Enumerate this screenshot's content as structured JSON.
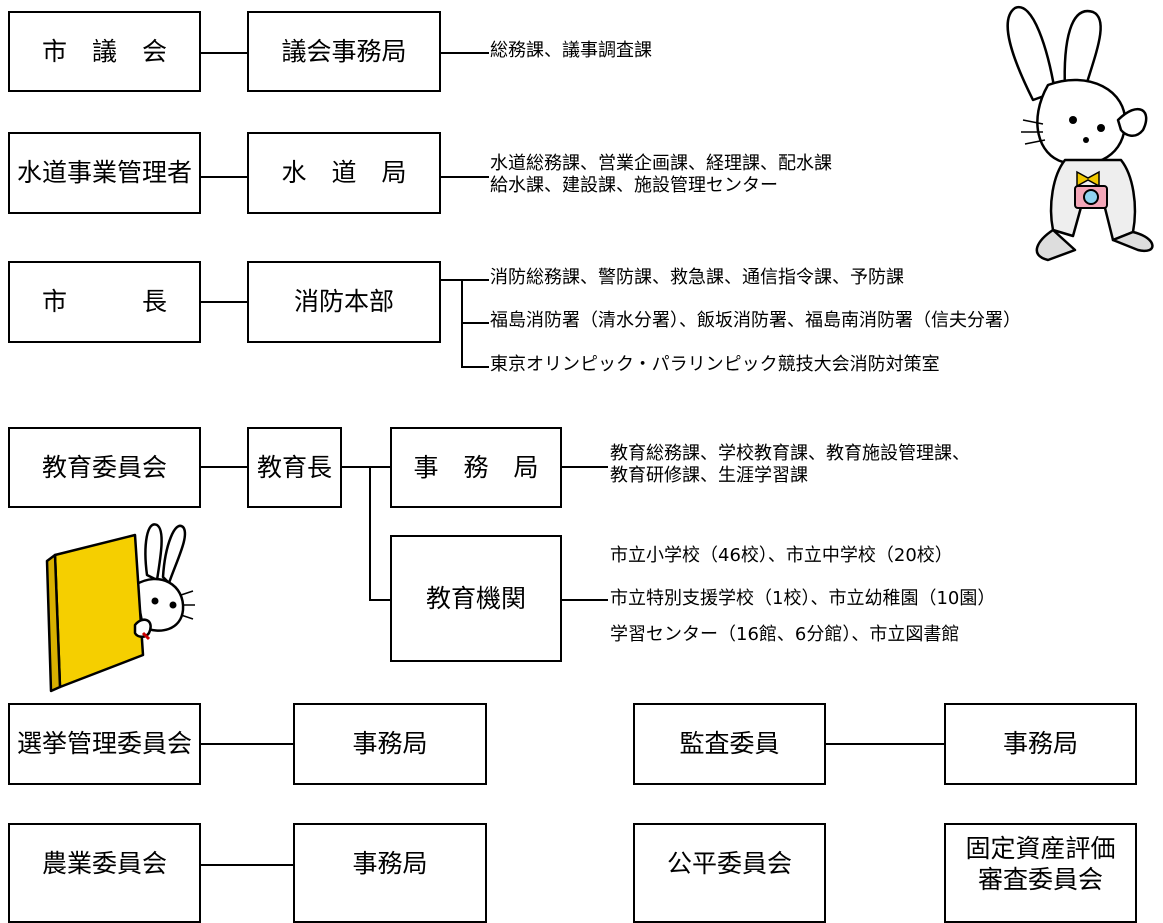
{
  "row1": {
    "box1": "市　議　会",
    "box2": "議会事務局",
    "desc": "総務課、議事調査課"
  },
  "row2": {
    "box1": "水道事業管理者",
    "box2": "水　道　局",
    "desc_line1": "水道総務課、営業企画課、経理課、配水課",
    "desc_line2": "給水課、建設課、施設管理センター"
  },
  "row3": {
    "box1": "市　　　長",
    "box2": "消防本部",
    "desc_line1": "消防総務課、警防課、救急課、通信指令課、予防課",
    "desc_line2": "福島消防署（清水分署）、飯坂消防署、福島南消防署（信夫分署）",
    "desc_line3": "東京オリンピック・パラリンピック競技大会消防対策室"
  },
  "row4": {
    "box1": "教育委員会",
    "box2": "教育長",
    "box3": "事　務　局",
    "desc_line1": "教育総務課、学校教育課、教育施設管理課、",
    "desc_line2": "教育研修課、生涯学習課",
    "box4": "教育機関",
    "desc2_line1": "市立小学校（46校）、市立中学校（20校）",
    "desc2_line2": "市立特別支援学校（1校）、市立幼稚園（10園）",
    "desc2_line3": "学習センター（16館、6分館）、市立図書館"
  },
  "row5": {
    "box1": "選挙管理委員会",
    "box2": "事務局",
    "box3": "監査委員",
    "box4": "事務局"
  },
  "row6": {
    "box1": "農業委員会",
    "box2": "事務局",
    "box3": "公平委員会",
    "box4": "固定資産評価\n審査委員会"
  },
  "colors": {
    "book": "#f5cf00",
    "mascot_bow": "#f0c800",
    "camera": "#f3a6b8"
  }
}
